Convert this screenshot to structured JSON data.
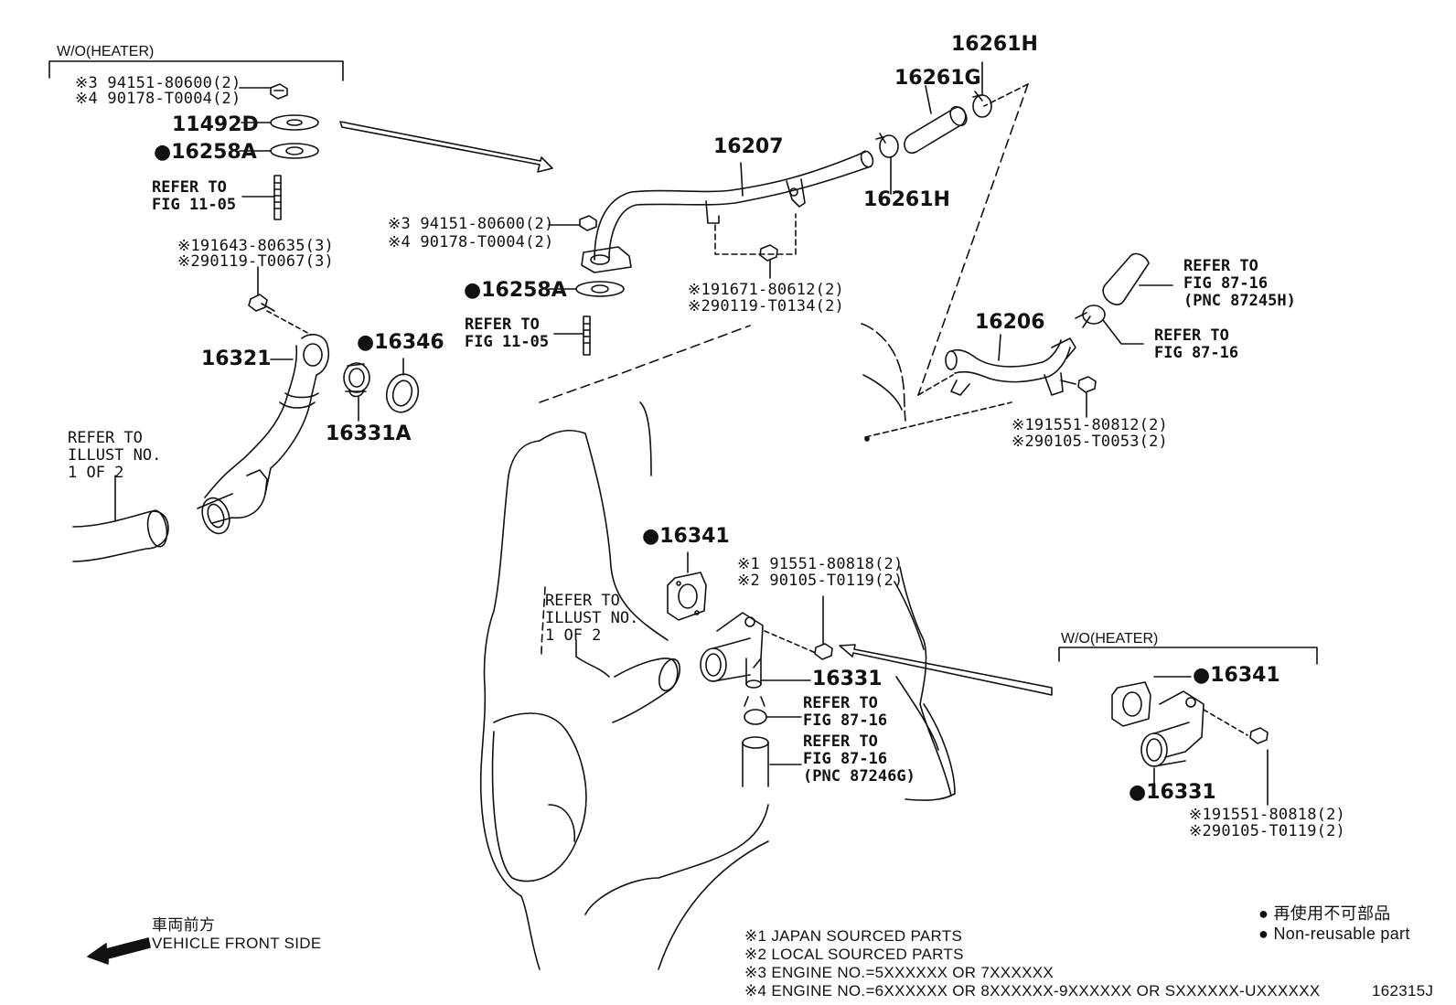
{
  "groups": {
    "wo_heater_top": "W/O(HEATER)",
    "wo_heater_right": "W/O(HEATER)"
  },
  "parts": {
    "p11492D": "11492D",
    "p16258A_top": "16258A",
    "p16258A_mid": "16258A",
    "p16207": "16207",
    "p16261G": "16261G",
    "p16261H_top": "16261H",
    "p16261H_bottom": "16261H",
    "p16206": "16206",
    "p16321": "16321",
    "p16346": "16346",
    "p16331A": "16331A",
    "p16341_center": "16341",
    "p16331_center": "16331",
    "p16341_right": "16341",
    "p16331_right": "16331"
  },
  "fasteners": {
    "a1": "※3 94151-80600(2)",
    "a2": "※4 90178-T0004(2)",
    "b1": "※3 94151-80600(2)",
    "b2": "※4 90178-T0004(2)",
    "c1": "※191643-80635(3)",
    "c2": "※290119-T0067(3)",
    "d1": "※191671-80612(2)",
    "d2": "※290119-T0134(2)",
    "e1": "※191551-80812(2)",
    "e2": "※290105-T0053(2)",
    "f1": "※1 91551-80818(2)",
    "f2": "※2 90105-T0119(2)",
    "g1": "※191551-80818(2)",
    "g2": "※290105-T0119(2)"
  },
  "refers": {
    "r_fig1105_a": "REFER TO\nFIG 11-05",
    "r_fig1105_b": "REFER TO\nFIG 11-05",
    "r_illust_left": "REFER TO\nILLUST NO.\n1 OF 2",
    "r_illust_center": "REFER TO\nILLUST NO.\n1 OF 2",
    "r_fig8716_pnc_h": "REFER TO\nFIG 87-16\n(PNC 87245H)",
    "r_fig8716_right": "REFER TO\nFIG 87-16",
    "r_fig8716_center": "REFER TO\nFIG 87-16",
    "r_fig8716_pnc_g": "REFER TO\nFIG 87-16\n(PNC 87246G)"
  },
  "direction": {
    "jp": "車両前方",
    "en": "VEHICLE FRONT SIDE"
  },
  "legend": {
    "jp": "● 再使用不可部品",
    "en": "● Non-reusable part"
  },
  "notes": [
    "※1 JAPAN SOURCED PARTS",
    "※2 LOCAL SOURCED PARTS",
    "※3 ENGINE NO.=5XXXXXX OR 7XXXXXX",
    "※4 ENGINE NO.=6XXXXXX OR 8XXXXXX-9XXXXXX OR SXXXXXX-UXXXXXX"
  ],
  "figure_id": "162315J"
}
